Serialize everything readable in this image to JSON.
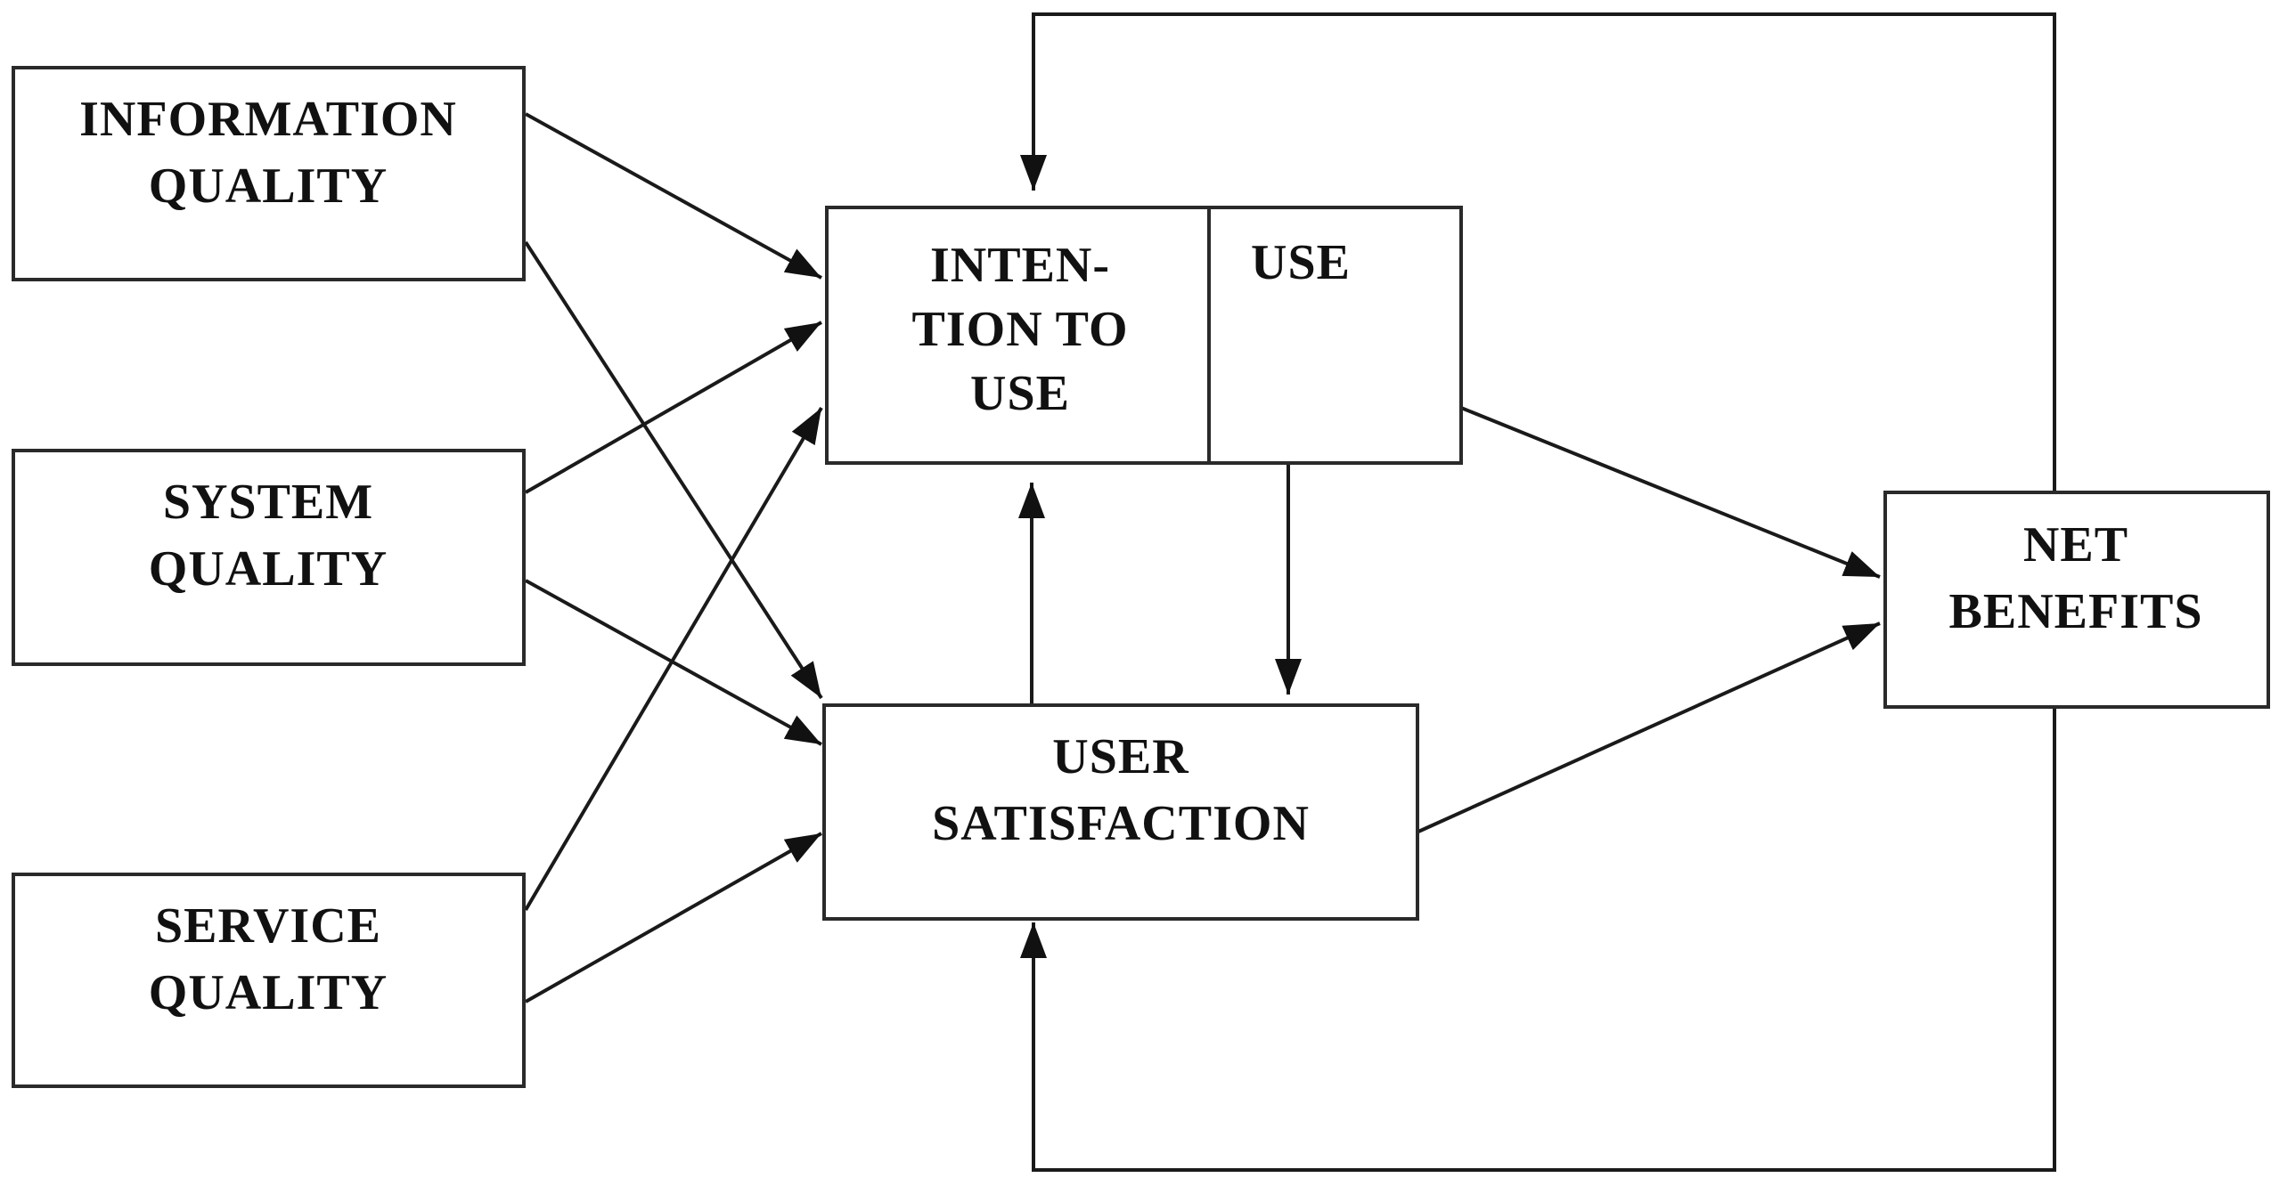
{
  "nodes": {
    "information_quality": {
      "line1": "INFORMATION",
      "line2": "QUALITY"
    },
    "system_quality": {
      "line1": "SYSTEM",
      "line2": "QUALITY"
    },
    "service_quality": {
      "line1": "SERVICE",
      "line2": "QUALITY"
    },
    "intention_to_use": {
      "line1": "INTEN-",
      "line2": "TION TO",
      "line3": "USE"
    },
    "use": {
      "line1": "USE"
    },
    "user_satisfaction": {
      "line1": "USER",
      "line2": "SATISFACTION"
    },
    "net_benefits": {
      "line1": "NET",
      "line2": "BENEFITS"
    }
  },
  "edges": [
    {
      "from": "information_quality",
      "to": "intention_to_use"
    },
    {
      "from": "information_quality",
      "to": "user_satisfaction"
    },
    {
      "from": "system_quality",
      "to": "intention_to_use"
    },
    {
      "from": "system_quality",
      "to": "user_satisfaction"
    },
    {
      "from": "service_quality",
      "to": "intention_to_use"
    },
    {
      "from": "service_quality",
      "to": "user_satisfaction"
    },
    {
      "from": "user_satisfaction",
      "to": "intention_to_use"
    },
    {
      "from": "use",
      "to": "user_satisfaction"
    },
    {
      "from": "use",
      "to": "net_benefits"
    },
    {
      "from": "user_satisfaction",
      "to": "net_benefits"
    },
    {
      "from": "net_benefits",
      "to": "intention_to_use",
      "kind": "feedback"
    },
    {
      "from": "net_benefits",
      "to": "user_satisfaction",
      "kind": "feedback"
    }
  ]
}
